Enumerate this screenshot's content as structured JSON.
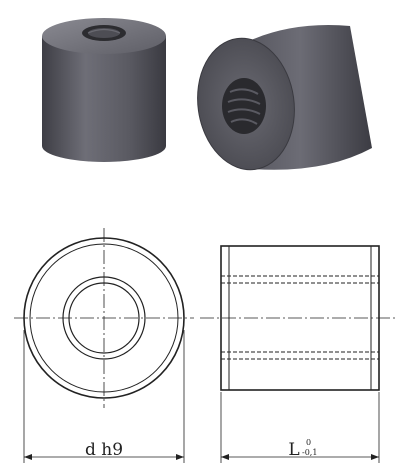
{
  "dimensions": {
    "diameter_label": "d h9",
    "length_label": "L",
    "length_tol_upper": "0",
    "length_tol_lower": "-0,1"
  },
  "colors": {
    "steel_dark": "#4a4a52",
    "steel_mid": "#6b6b74",
    "steel_light": "#8d8d95",
    "line": "#222222"
  }
}
